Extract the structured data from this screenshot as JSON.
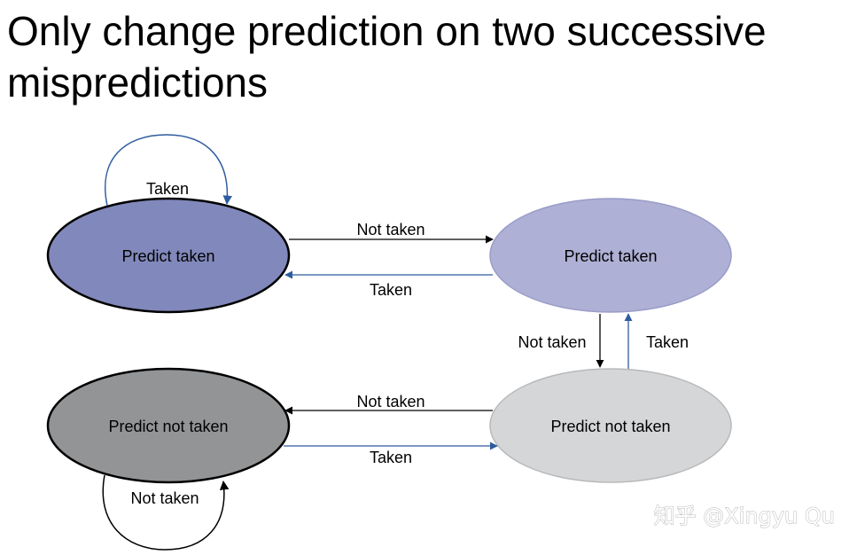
{
  "title": "Only change prediction on two successive mispredictions",
  "states": {
    "strong_taken": {
      "label": "Predict taken",
      "fill": "#8188bb"
    },
    "weak_taken": {
      "label": "Predict taken",
      "fill": "#aeb0d5"
    },
    "weak_not_taken": {
      "label": "Predict not taken",
      "fill": "#d5d6d8"
    },
    "strong_not_taken": {
      "label": "Predict not taken",
      "fill": "#939496"
    }
  },
  "edges": {
    "self_taken": "Taken",
    "strong_taken_to_weak_taken": "Not taken",
    "weak_taken_to_strong_taken": "Taken",
    "weak_taken_to_weak_not_taken": "Not taken",
    "weak_not_taken_to_weak_taken": "Taken",
    "weak_not_taken_to_strong_not_taken": "Not taken",
    "strong_not_taken_to_weak_not_taken": "Taken",
    "self_not_taken": "Not taken"
  },
  "colors": {
    "taken_arrow": "#2e5c9e",
    "not_taken_arrow": "#000000"
  },
  "watermark": "知乎 @Xingyu Qu"
}
